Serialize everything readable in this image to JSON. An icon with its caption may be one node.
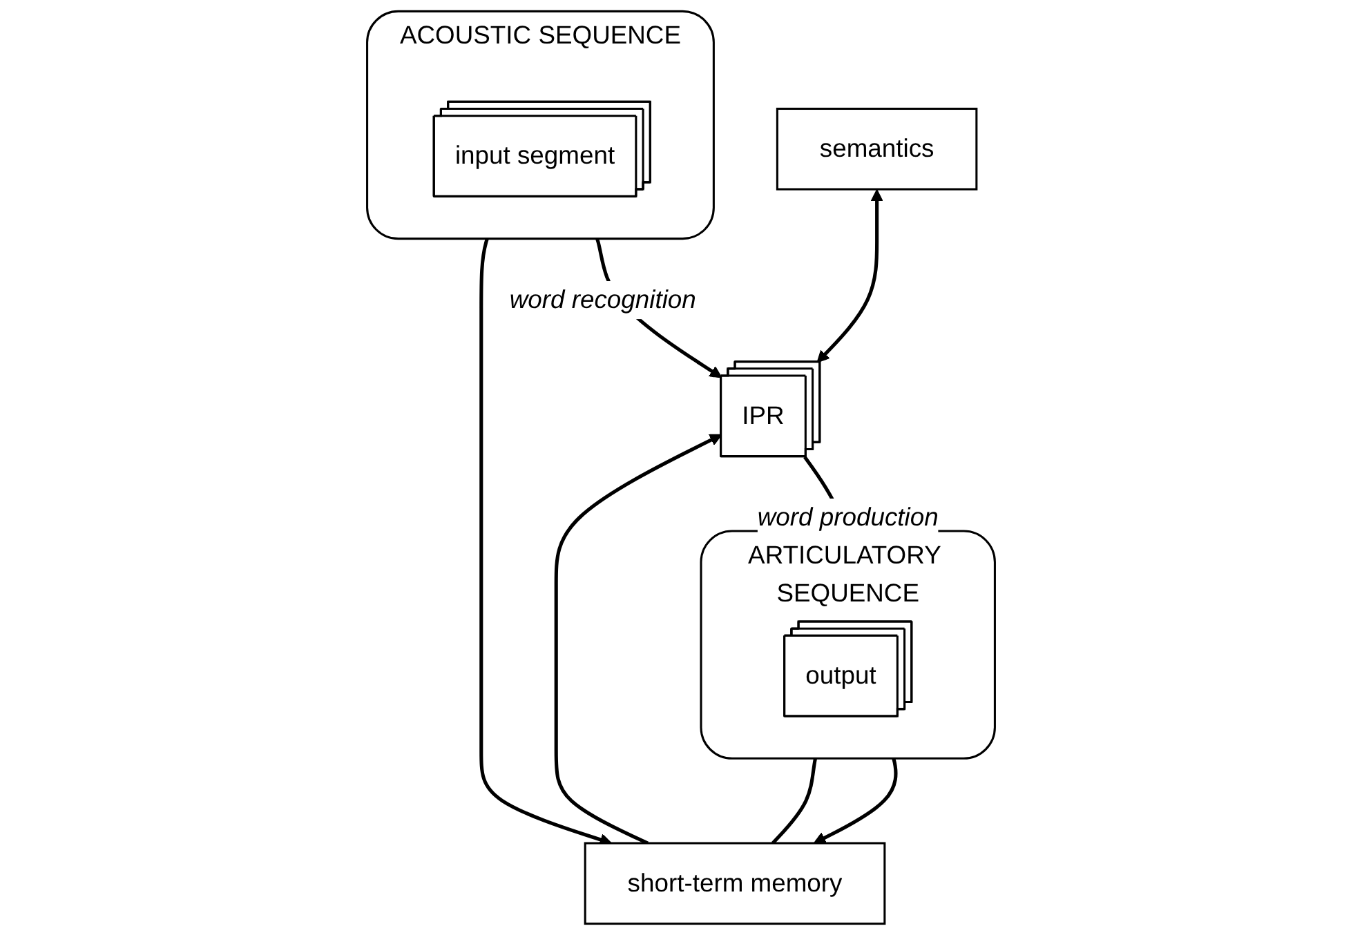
{
  "diagram": {
    "nodes": [
      {
        "text": [
          "semantics"
        ]
      },
      {
        "text": [
          "IPR"
        ]
      },
      {
        "text": [
          "ACOUSTIC SEQUENCE"
        ]
      },
      {
        "text": [
          "input segment"
        ],
        "in": 2
      },
      {
        "text": [
          "short-term memory"
        ]
      },
      {
        "text": [
          "ARTICULATORY SEQUENCE"
        ]
      },
      {
        "text": [
          "output"
        ],
        "in": 5
      }
    ],
    "edges": [
      {
        "from": 0,
        "to": 1,
        "arrow": "both"
      },
      {
        "from": 3,
        "to": 1,
        "arrow": "to",
        "label": "word recognition"
      },
      {
        "from": 4,
        "to": 1,
        "arrow": "to"
      },
      {
        "from": 1,
        "to": 6,
        "arrow": "to",
        "label": "word production"
      },
      {
        "from": 4,
        "to": 6,
        "arrow": "to"
      },
      {
        "from": 3,
        "to": 4,
        "arrow": "to"
      },
      {
        "from": 6,
        "to": 4,
        "arrow": "to"
      }
    ]
  }
}
